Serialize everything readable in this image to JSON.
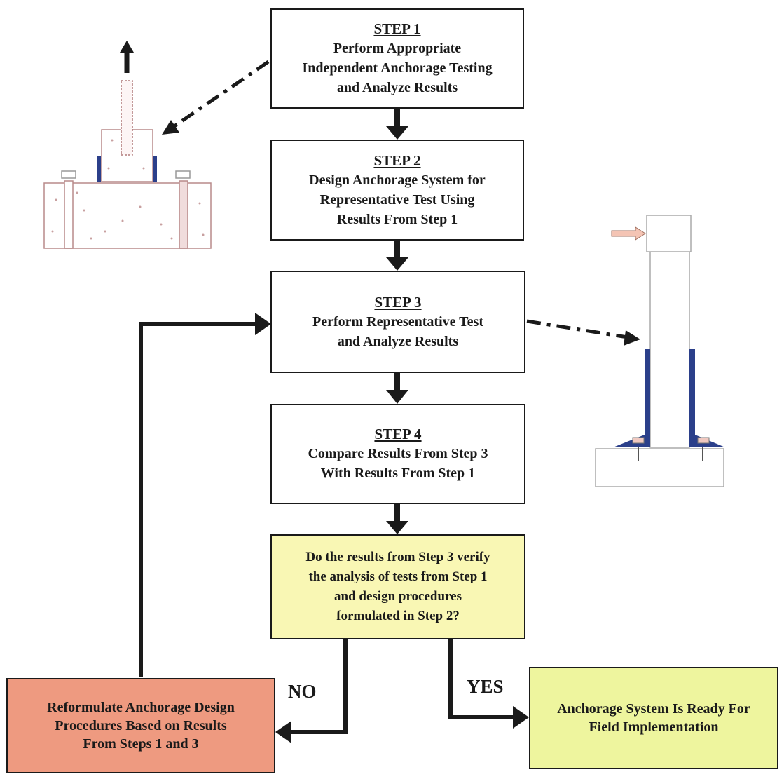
{
  "steps": [
    {
      "title": "STEP 1",
      "lines": [
        "Perform Appropriate",
        "Independent Anchorage Testing",
        "and Analyze Results"
      ]
    },
    {
      "title": "STEP 2",
      "lines": [
        "Design Anchorage System for",
        "Representative Test Using",
        "Results From Step 1"
      ]
    },
    {
      "title": "STEP 3",
      "lines": [
        "Perform Representative Test",
        "and Analyze Results"
      ]
    },
    {
      "title": "STEP 4",
      "lines": [
        "Compare Results From Step 3",
        "With Results From Step 1"
      ]
    }
  ],
  "decision": {
    "lines": [
      "Do the results from Step 3 verify",
      "the analysis of tests from Step 1",
      "and design procedures",
      "formulated in Step 2?"
    ]
  },
  "no_label": "NO",
  "yes_label": "YES",
  "no_outcome": {
    "lines": [
      "Reformulate Anchorage Design",
      "Procedures Based on Results",
      "From Steps 1 and 3"
    ]
  },
  "yes_outcome": {
    "lines": [
      "Anchorage System Is Ready For",
      "Field Implementation"
    ]
  },
  "colors": {
    "outline": "#1a1a1a",
    "decision_fill": "#f9f7b4",
    "no_outcome_fill": "#ee9a80",
    "yes_outcome_fill": "#eef59e",
    "anchor_plate": "#2b3f8a",
    "concrete_dots": "#c8a0a0",
    "load_arrow_fill": "#f4c4b4"
  }
}
